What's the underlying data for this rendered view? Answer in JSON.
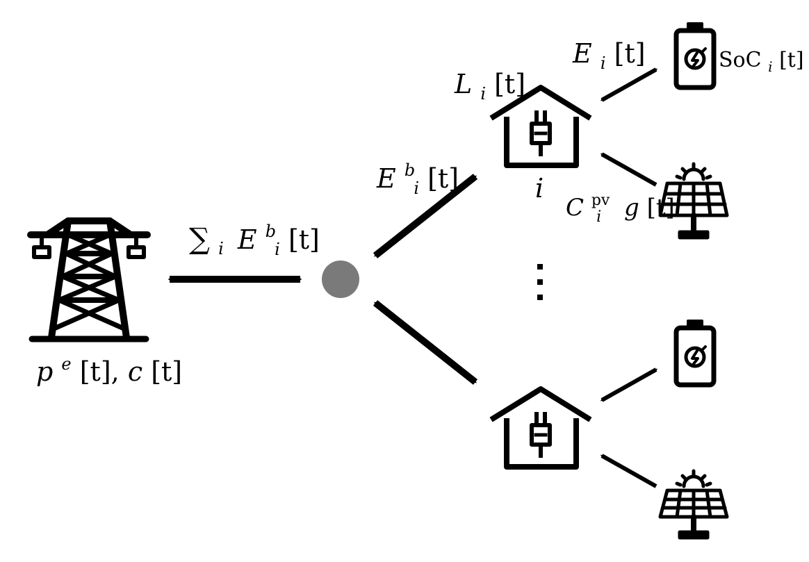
{
  "colors": {
    "ink": "#000000",
    "node": "#7a7a7a",
    "background": "#ffffff"
  },
  "icons": {
    "grid": "transmission-tower-icon",
    "hub": "bus-node",
    "house": "house-with-plug-icon",
    "battery": "battery-icon",
    "solar": "solar-panel-icon",
    "ellipsis": "vertical-ellipsis"
  },
  "labels": {
    "grid_price": {
      "p": "p",
      "e": "e",
      "t1": "[t], ",
      "c": "c",
      "t2": "[t]"
    },
    "total_exchange": {
      "sum": "∑",
      "i": "i",
      "E": "E",
      "b": "b",
      "sub_i": "i",
      "t": "[t]"
    },
    "house_exchange": {
      "E": "E",
      "b": "b",
      "sub_i": "i",
      "t": "[t]"
    },
    "load": {
      "L": "L",
      "sub_i": "i",
      "t": "[t]"
    },
    "house_index": "i",
    "battery_energy": {
      "E": "E",
      "sub_i": "i",
      "t": "[t]"
    },
    "soc": {
      "soc": "SoC",
      "sub_i": "i",
      "t": "[t]"
    },
    "pv": {
      "C": "C",
      "pv": "pv",
      "sub_i": "i",
      "g": "g",
      "t": "[t]"
    }
  }
}
